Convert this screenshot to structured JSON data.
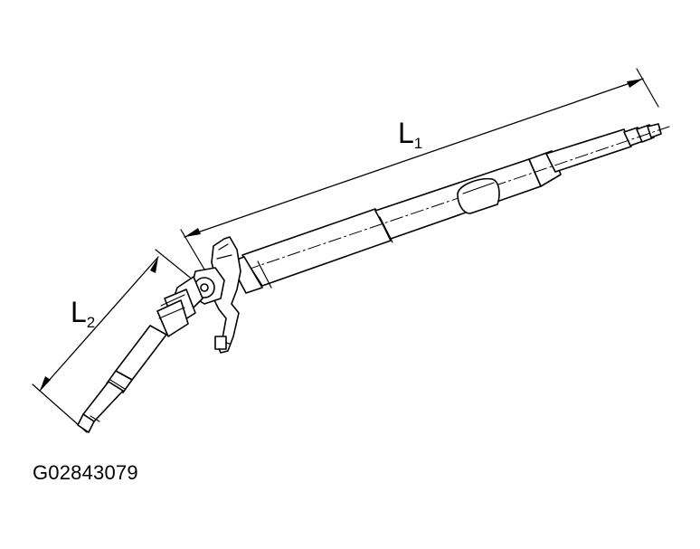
{
  "diagram": {
    "dimension_labels": [
      {
        "id": "L1",
        "letter": "L",
        "subscript": "1"
      },
      {
        "id": "L2",
        "letter": "L",
        "subscript": "2"
      }
    ],
    "reference_code": "G02843079"
  }
}
